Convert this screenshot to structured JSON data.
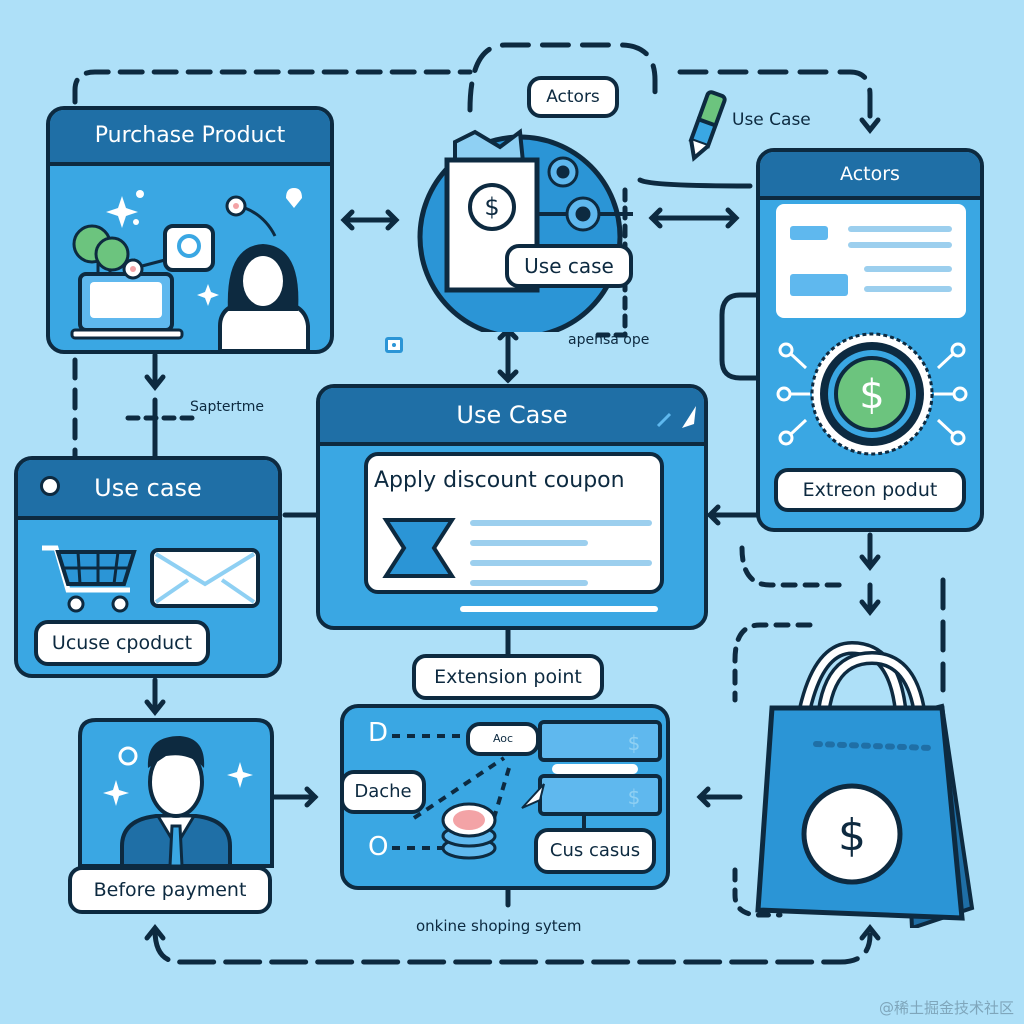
{
  "diagram": {
    "title": "online shopping system use case diagram (illustration)",
    "caption": "onkine shoping sytem",
    "colors": {
      "background": "#aee0f8",
      "card_fill": "#3aa7e3",
      "card_header": "#1f6fa6",
      "outline": "#0d2a40",
      "accent_green": "#6cc47e",
      "accent_pink": "#f3a3a6"
    },
    "nodes": {
      "purchase_product": {
        "title": "Purchase Product",
        "icons": [
          "laptop-icon",
          "money-plant-icon",
          "chat-bubble-icon",
          "woman-avatar-icon",
          "sparkle-icon"
        ]
      },
      "center_top": {
        "top_label": "Actors",
        "bottom_label": "Use case",
        "icons": [
          "shopping-bag-dollar-icon",
          "gear-icon",
          "gear-icon"
        ]
      },
      "pen_label": "Use Case",
      "actors_panel": {
        "title": "Actors",
        "button_label": "Extreon podut",
        "icons": [
          "dollar-badge-icon"
        ]
      },
      "side_note_right": "apeňsa ope",
      "side_note_left": "Saptertme",
      "use_case_main": {
        "title": "Use Case",
        "card_text": "Apply discount coupon",
        "icons": [
          "pencil-icon",
          "hourglass-icon"
        ]
      },
      "use_case_left": {
        "title": "Use case",
        "button_label": "Ucuse cpoduct",
        "icons": [
          "cart-icon",
          "envelope-icon"
        ]
      },
      "extension_point": {
        "label": "Extension point",
        "bubble_small": "Aoc",
        "bubble_left": "Dache",
        "bottom_label": "Cus casus",
        "letter_d": "D",
        "letter_o": "O"
      },
      "before_payment": {
        "label": "Before payment",
        "icons": [
          "man-avatar-icon"
        ]
      },
      "shopping_bag": {
        "icons": [
          "shopping-bag-dollar-icon"
        ]
      }
    }
  },
  "watermark": "@稀土掘金技术社区"
}
